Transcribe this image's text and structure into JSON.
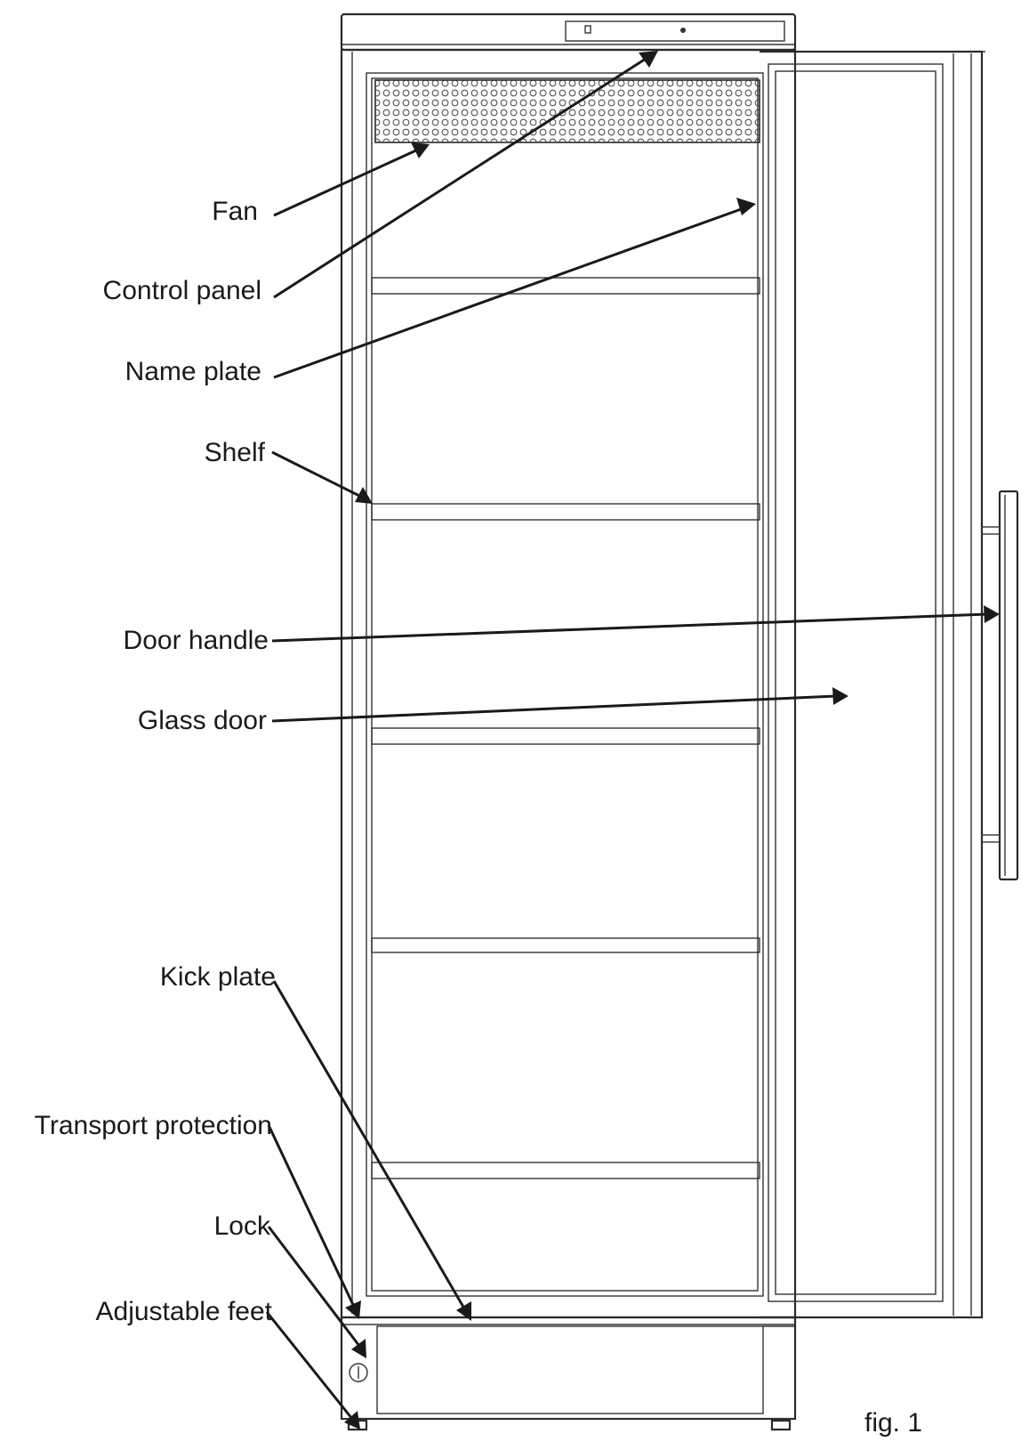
{
  "figure": {
    "caption": "fig. 1",
    "line_color": "#1a1a1a",
    "background": "#ffffff"
  },
  "labels": {
    "fan": "Fan",
    "control_panel": "Control panel",
    "name_plate": "Name plate",
    "shelf": "Shelf",
    "door_handle": "Door handle",
    "glass_door": "Glass door",
    "kick_plate": "Kick plate",
    "transport_protection": "Transport protection",
    "lock": "Lock",
    "adjustable_feet": "Adjustable feet"
  }
}
